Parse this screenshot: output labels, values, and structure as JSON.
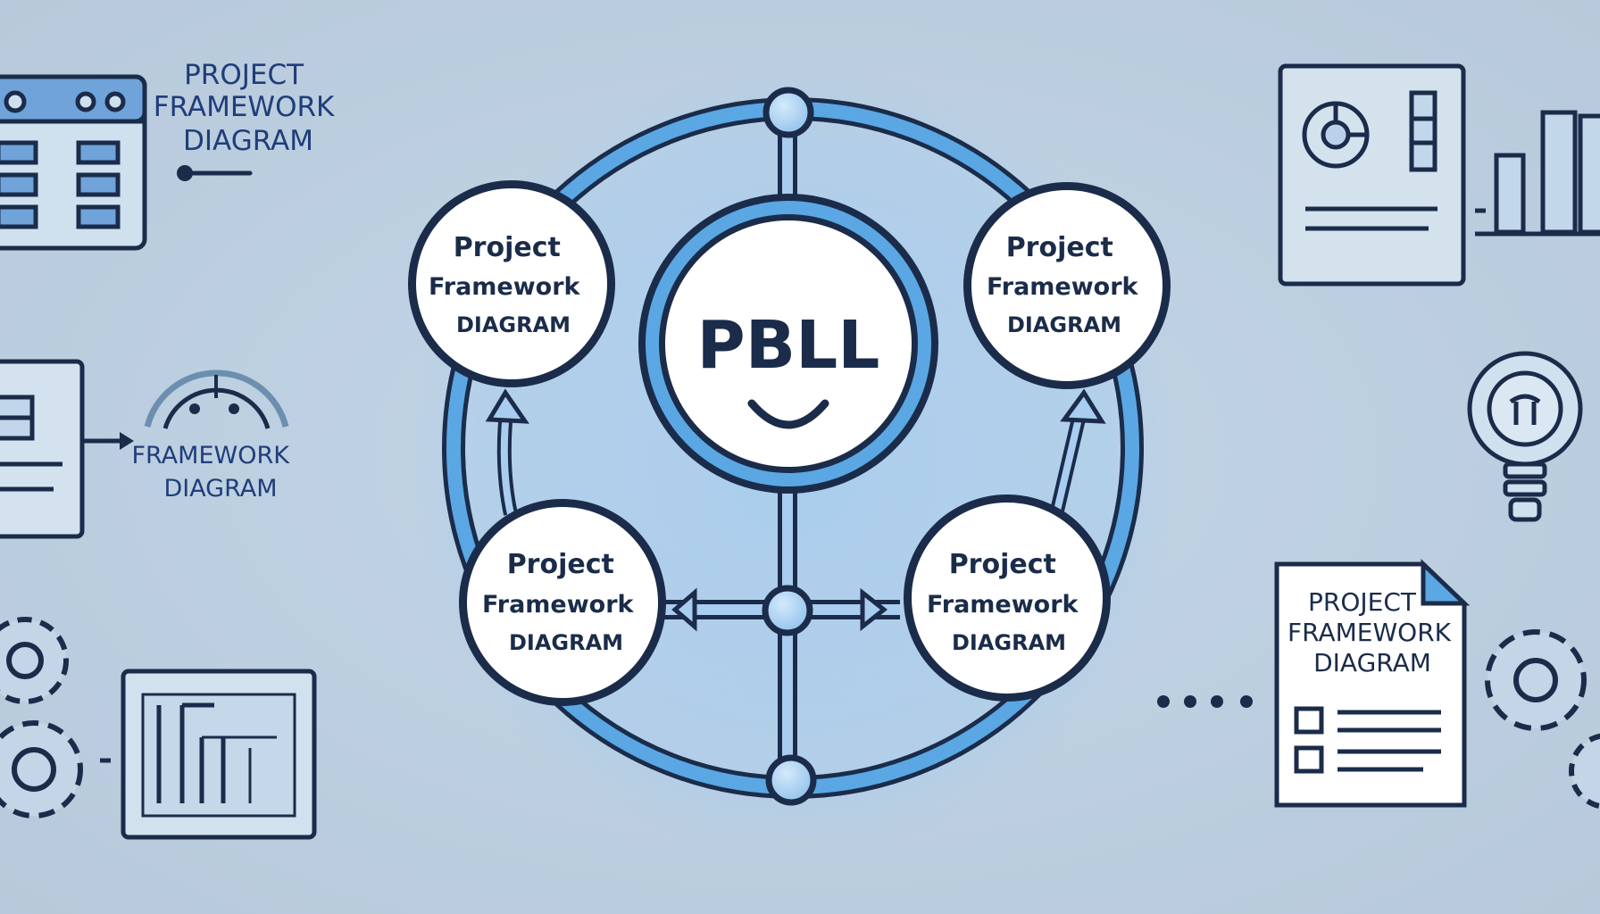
{
  "center": {
    "label": "PBLL"
  },
  "nodes": [
    {
      "line1": "Project",
      "line2": "Framework",
      "line3": "DIAGRAM"
    },
    {
      "line1": "Project",
      "line2": "Framework",
      "line3": "DIAGRAM"
    },
    {
      "line1": "Project",
      "line2": "Framework",
      "line3": "DIAGRAM"
    },
    {
      "line1": "Project",
      "line2": "Framework",
      "line3": "DIAGRAM"
    }
  ],
  "side_labels": {
    "top_left": {
      "line1": "PROJECT",
      "line2": "FRAMEWORK",
      "line3": "DIAGRAM"
    },
    "mid_left": {
      "line1": "FRAMEWORK",
      "line2": "DIAGRAM"
    },
    "bottom_right_doc": {
      "line1": "PROJECT",
      "line2": "FRAMEWORK",
      "line3": "DIAGRAM"
    }
  },
  "colors": {
    "background": "#bccfe0",
    "ring": "#5aa7e4",
    "outline": "#1b2c4a",
    "node_fill": "#ffffff",
    "connector_fill": "#a9cdf0",
    "label_blue": "#1f3d7a"
  }
}
